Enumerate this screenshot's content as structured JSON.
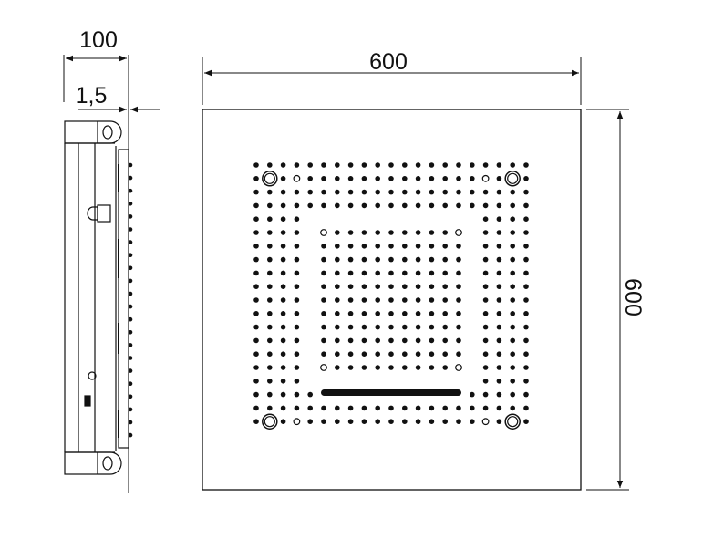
{
  "dimensions": {
    "depth": "100",
    "panel_thickness": "1,5",
    "width": "600",
    "height": "600"
  },
  "colors": {
    "line": "#111111",
    "background": "#ffffff"
  },
  "nozzle_grid": {
    "columns": 21,
    "rows": 20
  }
}
